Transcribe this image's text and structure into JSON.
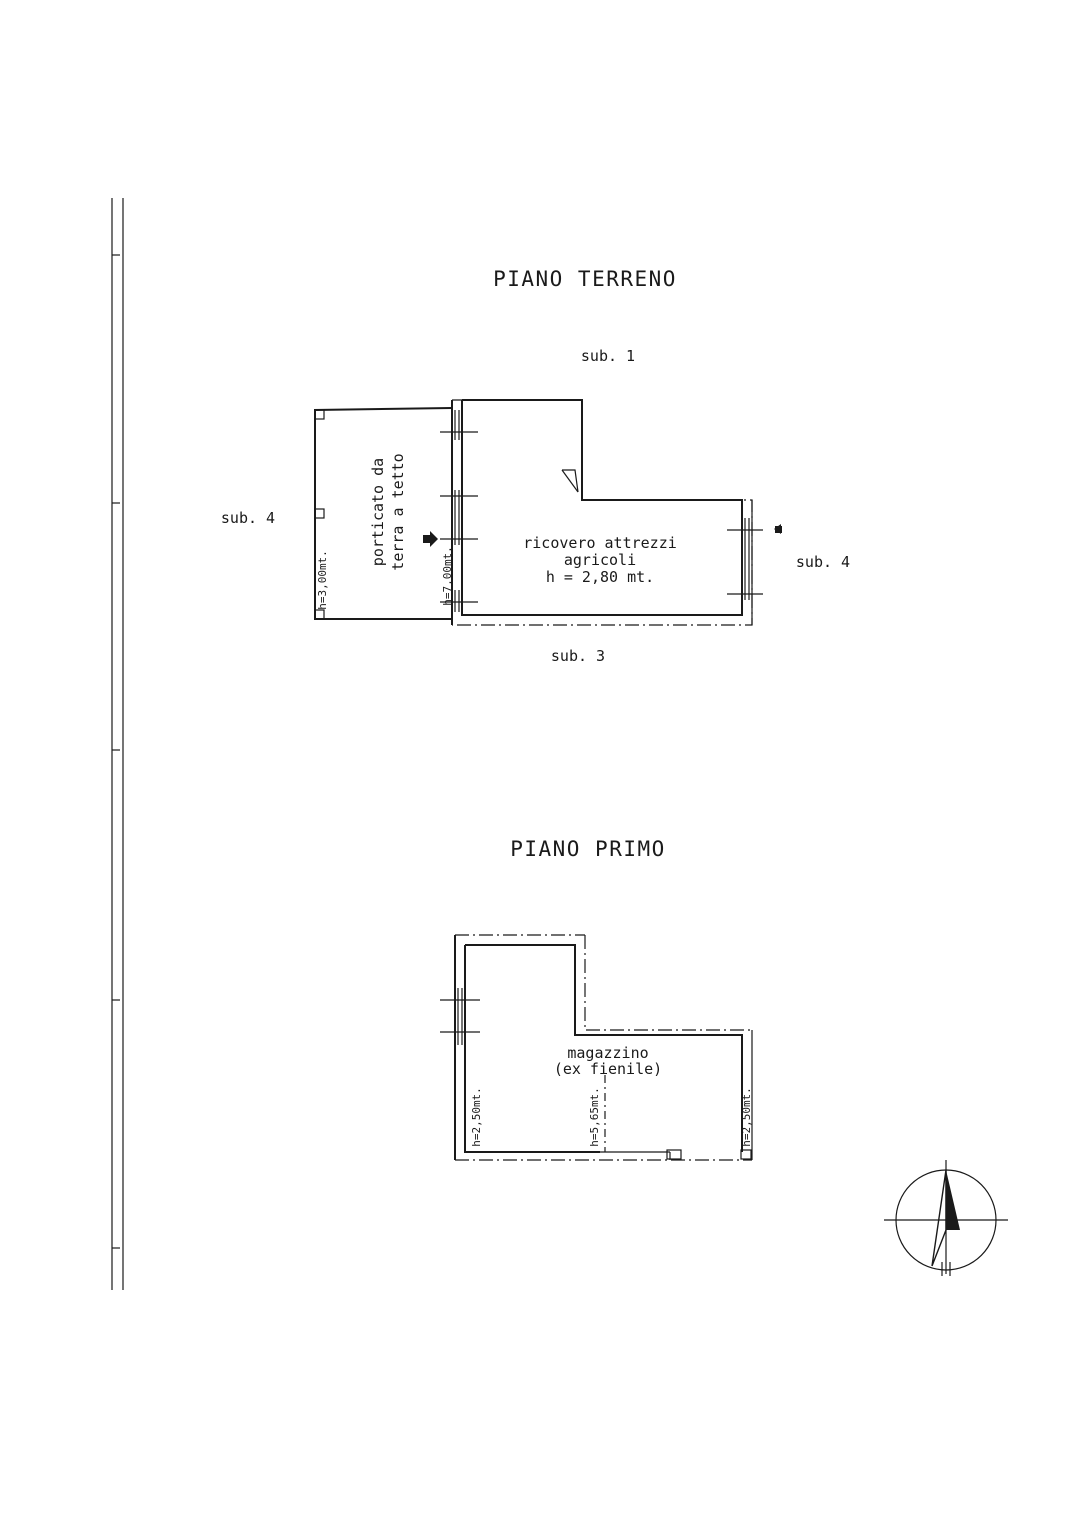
{
  "ground_floor": {
    "title": "PIANO TERRENO",
    "sub_north": "sub. 1",
    "sub_west": "sub. 4",
    "sub_east": "sub. 4",
    "sub_south": "sub. 3",
    "porch_line1": "porticato da",
    "porch_line2": "terra a tetto",
    "porch_height": "h=3,00mt.",
    "wall_height": "h=7,00mt.",
    "room_line1": "ricovero attrezzi",
    "room_line2": "agricoli",
    "room_line3": "h = 2,80 mt."
  },
  "first_floor": {
    "title": "PIANO PRIMO",
    "room_line1": "magazzino",
    "room_line2": "(ex fienile)",
    "height_left": "h=2,50mt.",
    "height_middle": "h=5,65mt.",
    "height_right": "h=2,50mt."
  },
  "north_arrow_icon": "north-arrow-icon"
}
